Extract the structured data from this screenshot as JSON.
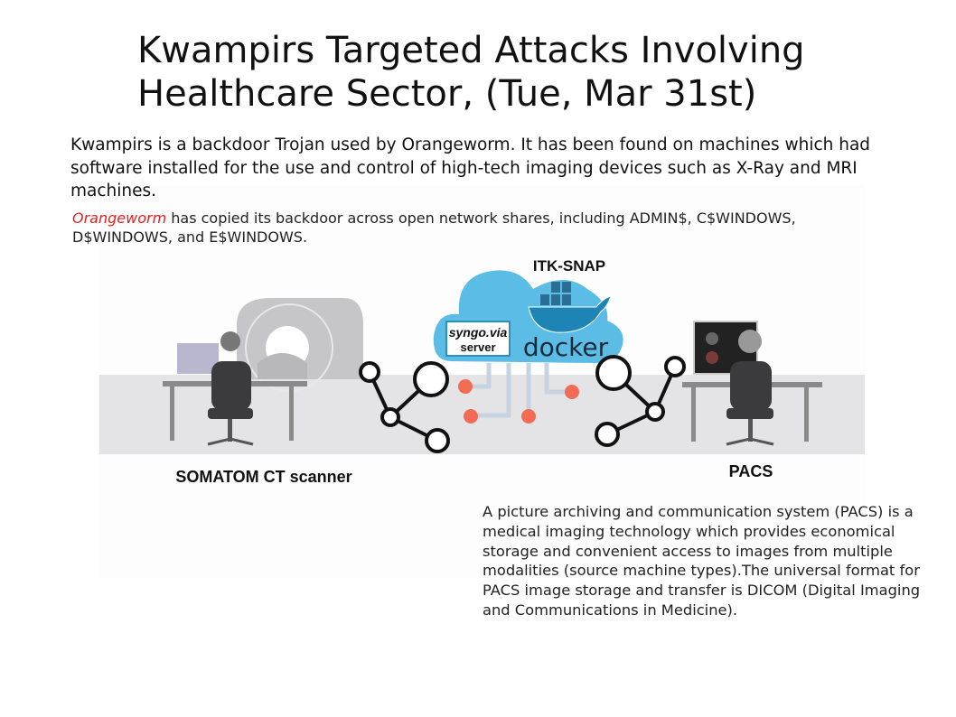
{
  "slide": {
    "title_line1": "Kwampirs Targeted Attacks Involving",
    "title_line2": "Healthcare Sector, (Tue, Mar 31st)",
    "intro": "Kwampirs is a backdoor Trojan used by Orangeworm. It has been found on machines which had software installed for the use and control of high-tech imaging devices such as X-Ray and MRI machines.",
    "shares_highlight": "Orangeworm",
    "shares_text": " has copied its backdoor across open network shares, including ADMIN$, C$WINDOWS, D$WINDOWS, and E$WINDOWS.",
    "pacs_description": "A picture archiving and communication system (PACS) is a medical imaging technology which provides economical storage and convenient access to images from multiple modalities (source machine types).The universal format for PACS image storage and transfer is DICOM (Digital Imaging and Communications in Medicine)."
  },
  "diagram": {
    "cloud_label": "ITK-SNAP",
    "server_line1": "syngo.via",
    "server_line2": "server",
    "docker_label": "docker",
    "left_label": "SOMATOM CT scanner",
    "right_label": "PACS",
    "colors": {
      "cloud": "#5bbde6",
      "node": "#f26b55",
      "floor": "#e4e4e6"
    }
  }
}
